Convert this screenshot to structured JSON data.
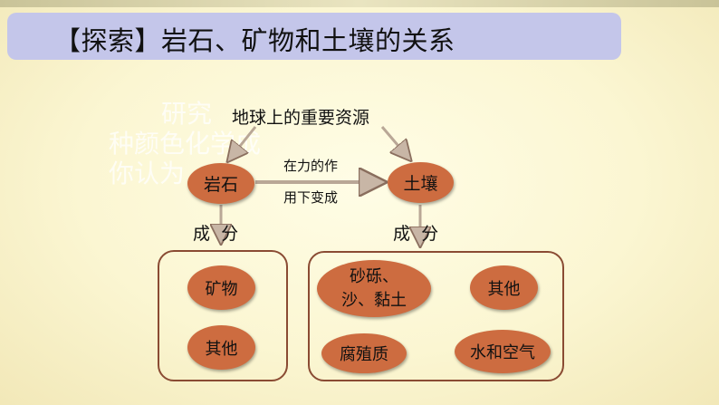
{
  "title": "【探索】岩石、矿物和土壤的关系",
  "ghost_text": [
    "研究",
    "种颜色化学成",
    "你认为"
  ],
  "diagram": {
    "root": "地球上的重要资源",
    "rock": "岩石",
    "soil": "土壤",
    "transform_line1": "在力的作",
    "transform_line2": "用下变成",
    "rock_composition": "成  分",
    "soil_composition": "成  分",
    "rock_parts": [
      "矿物",
      "其他"
    ],
    "soil_parts": {
      "gravel_line1": "砂砾、",
      "gravel_line2": "沙、黏土",
      "other": "其他",
      "humus": "腐殖质",
      "water_air": "水和空气"
    }
  }
}
